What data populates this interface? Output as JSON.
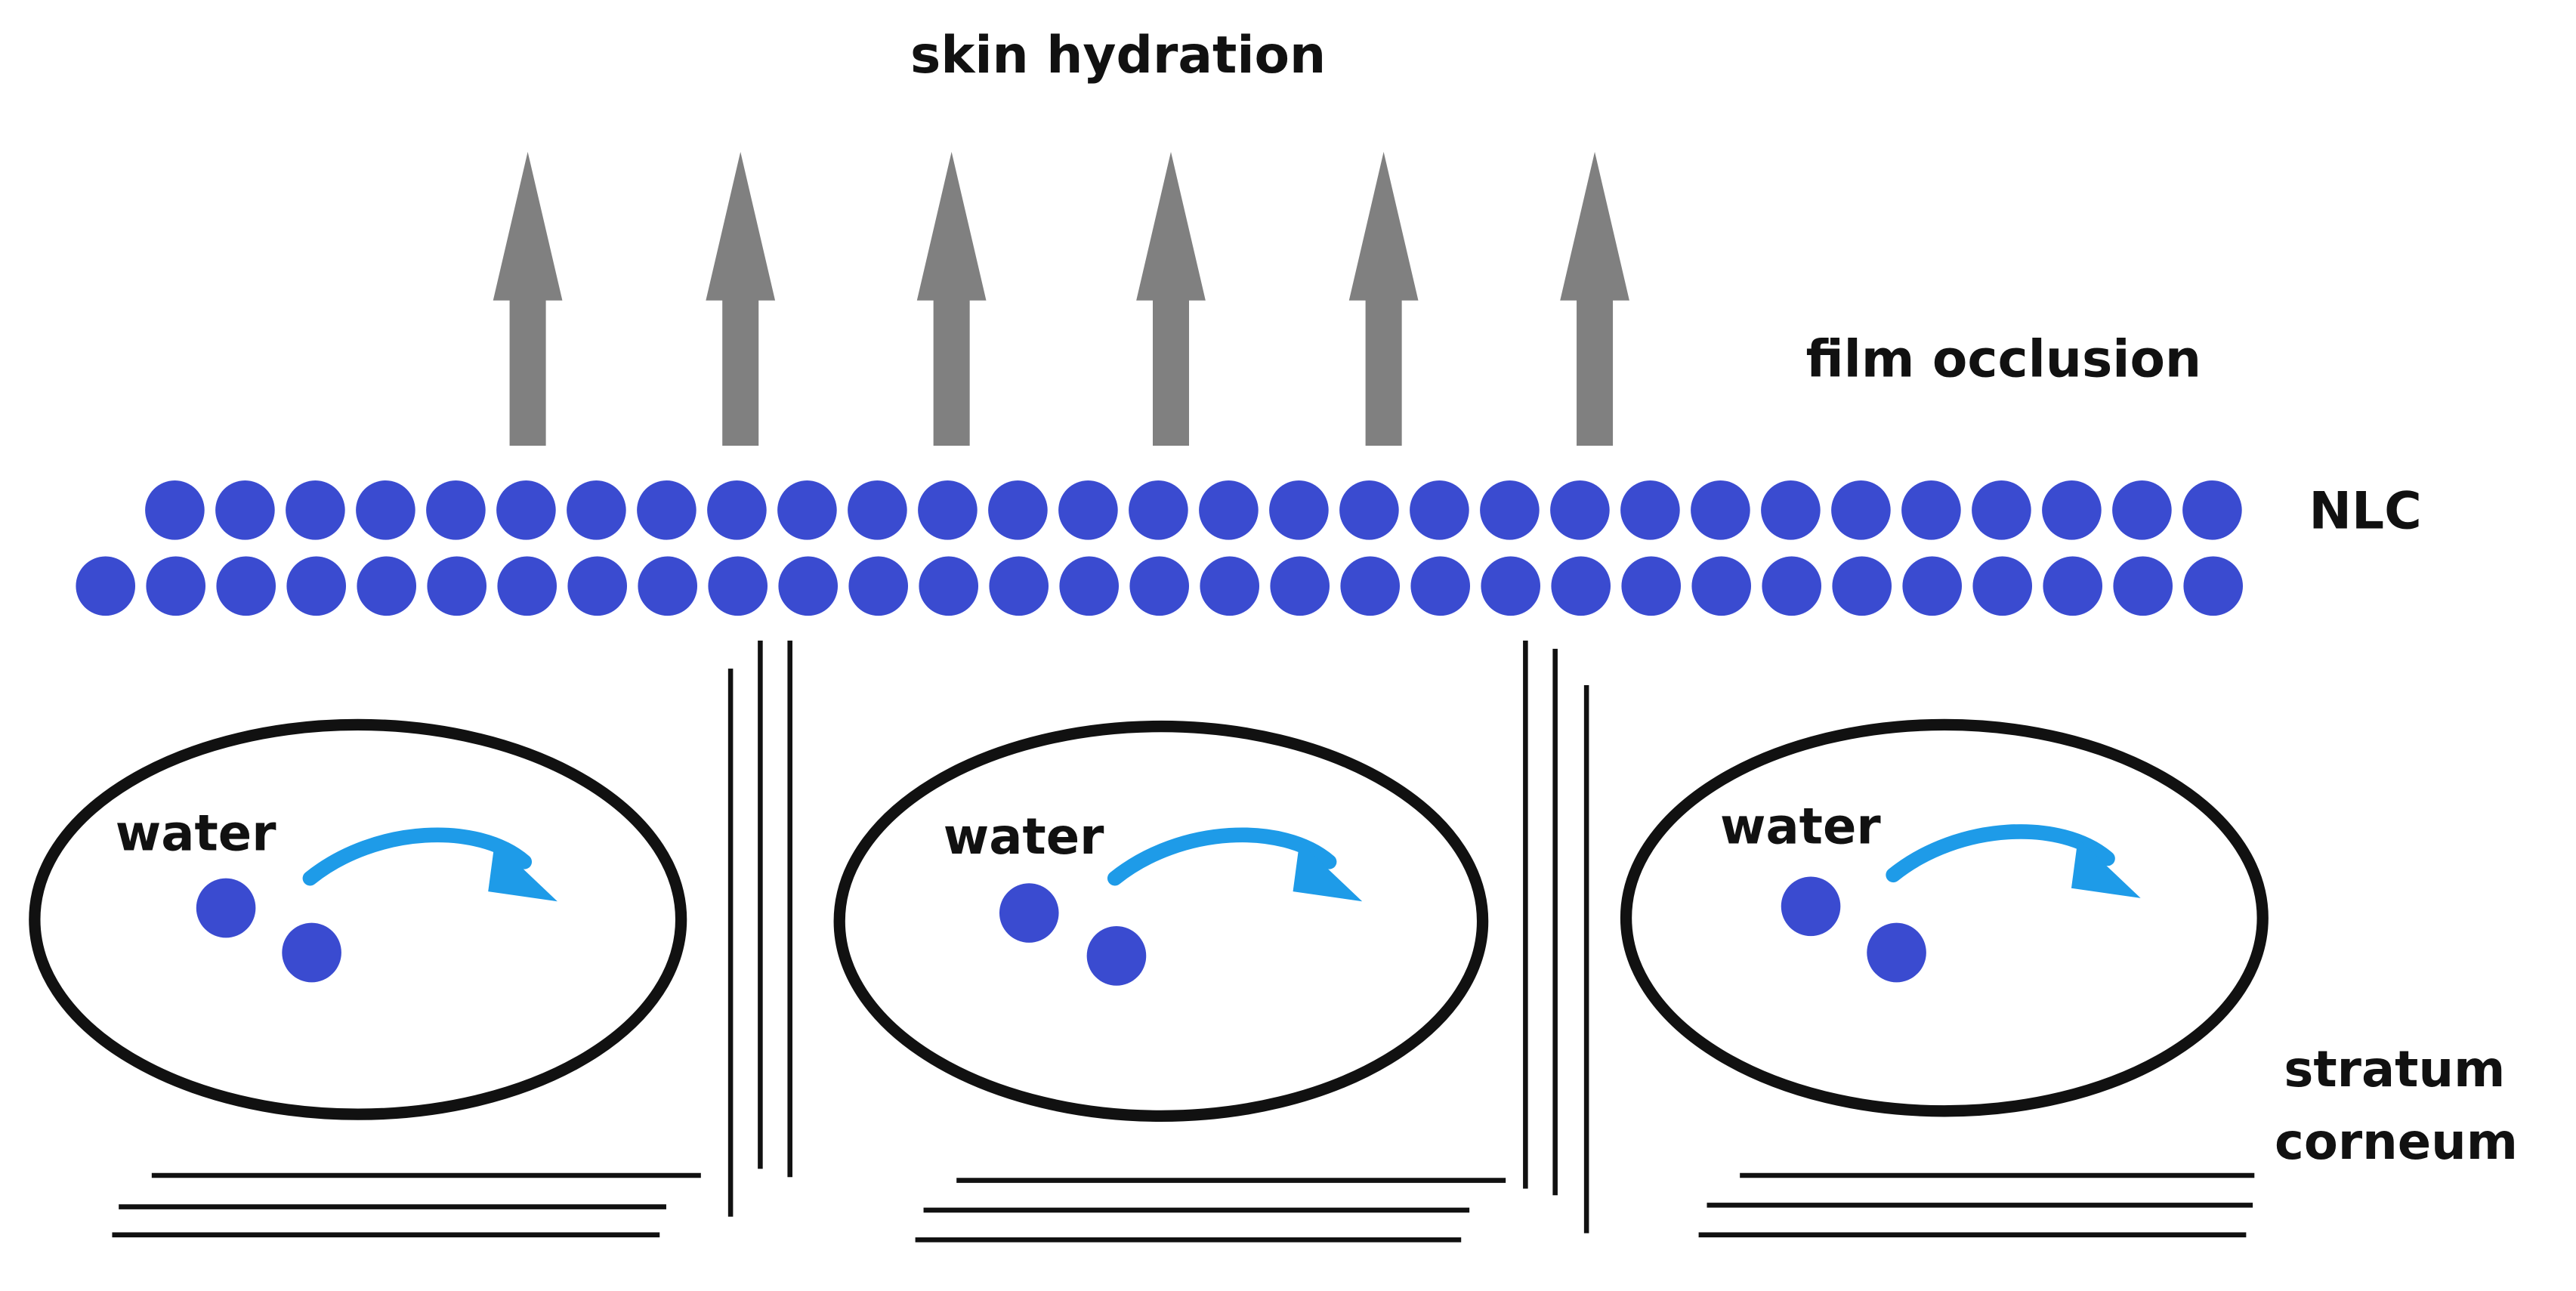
{
  "title": "skin hydration",
  "labels": {
    "film_occlusion": "film occlusion",
    "nlc": "NLC",
    "stratum_line1": "stratum",
    "stratum_line2": "corneum"
  },
  "cells": [
    {
      "label": "water"
    },
    {
      "label": "water"
    },
    {
      "label": "water"
    }
  ],
  "colors": {
    "particle": "#3a4bd0",
    "arrow_up": "#808080",
    "water_flow_arrow": "#1e9be8",
    "cell_outline": "#111111",
    "layer_lines": "#111111"
  },
  "icons": {
    "up_arrow": "up-arrow-icon",
    "curved_arrow": "curved-arrow-icon"
  }
}
